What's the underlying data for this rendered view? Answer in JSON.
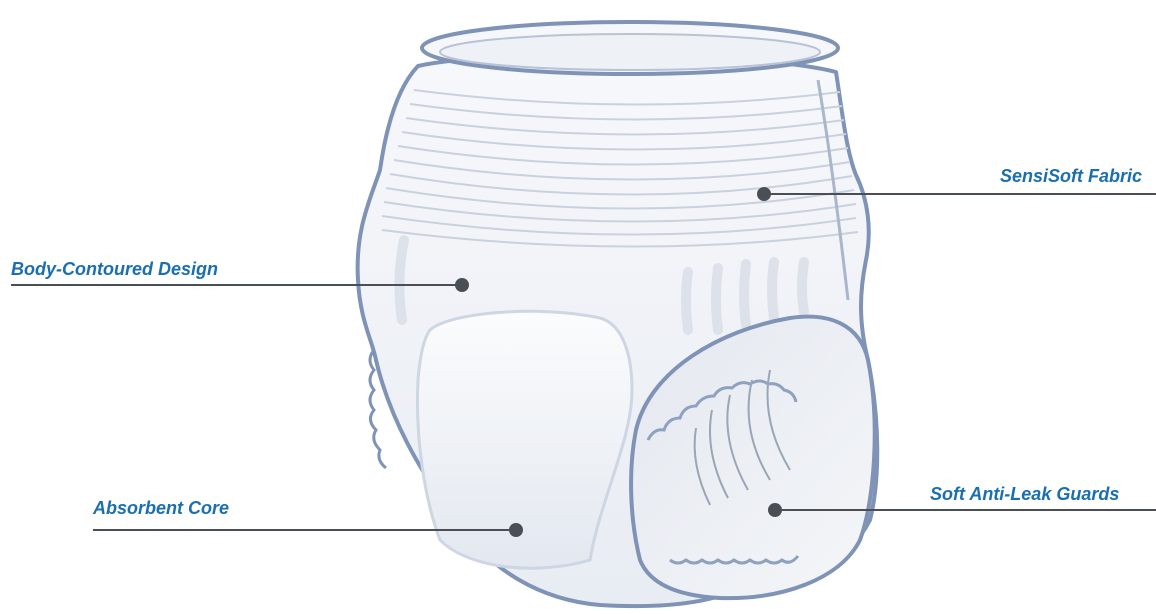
{
  "callouts": {
    "sensisoft": "SensiSoft Fabric",
    "body_contoured": "Body-Contoured Design",
    "absorbent_core": "Absorbent Core",
    "anti_leak": "Soft Anti-Leak Guards"
  },
  "colors": {
    "label_text": "#1a6fb0",
    "leader_line": "#4a4f56",
    "outline": "#7f93b6",
    "fabric_shadow": "#c9d1de"
  }
}
